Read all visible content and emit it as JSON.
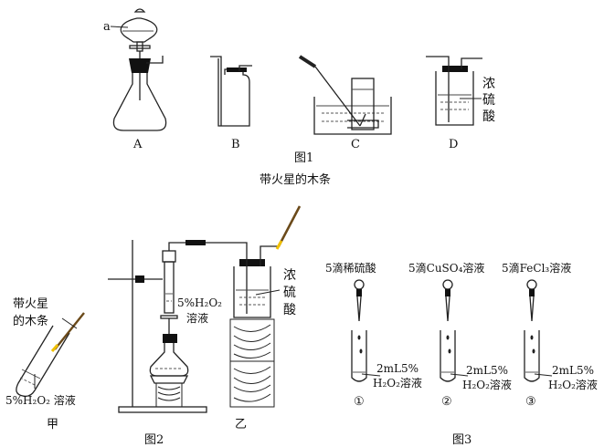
{
  "figure1": {
    "caption": "图1",
    "label_a": "a",
    "apparatus_labels": [
      "A",
      "B",
      "C",
      "D"
    ],
    "d_reagent": [
      "浓",
      "硫",
      "酸"
    ]
  },
  "figure2": {
    "caption": "图2",
    "splint_label": "带火星的木条",
    "jia_label": "甲",
    "yi_label": "乙",
    "jia_splint": [
      "带火星",
      "的木条"
    ],
    "jia_solution": "5%H₂O₂ 溶液",
    "funnel_solution": [
      "5%H₂O₂",
      "溶液"
    ],
    "yi_reagent": [
      "浓",
      "硫",
      "酸"
    ]
  },
  "figure3": {
    "caption": "图3",
    "tubes": [
      {
        "top": "5滴稀硫酸",
        "bottom": [
          "2mL5%",
          "H₂O₂溶液"
        ],
        "number": "①"
      },
      {
        "top": "5滴CuSO₄溶液",
        "bottom": [
          "2mL5%",
          "H₂O₂溶液"
        ],
        "number": "②"
      },
      {
        "top": "5滴FeCl₃溶液",
        "bottom": [
          "2mL5%",
          "H₂O₂溶液"
        ],
        "number": "③"
      }
    ]
  }
}
